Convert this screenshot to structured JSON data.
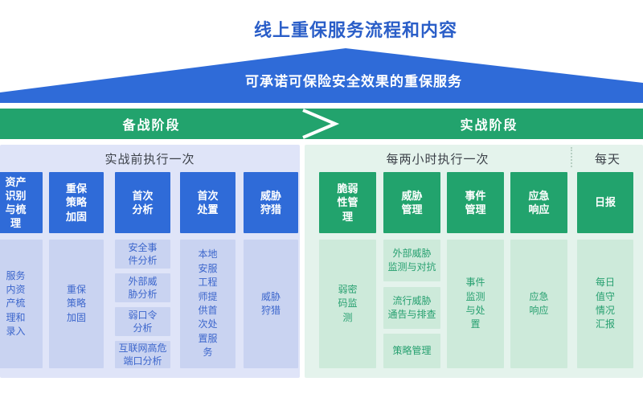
{
  "title": "线上重保服务流程和内容",
  "banner": "可承诺可保险安全效果的重保服务",
  "stage_bar": {
    "left": "备战阶段",
    "right": "实战阶段"
  },
  "left_panel": {
    "header": "实战前执行一次",
    "columns": [
      {
        "head": "资产\n识别\n与梳\n理",
        "items": [
          "服务\n内资\n产梳\n理和\n录入"
        ]
      },
      {
        "head": "重保\n策略\n加固",
        "items": [
          "重保\n策略\n加固"
        ]
      },
      {
        "head": "首次\n分析",
        "items": [
          "安全事\n件分析",
          "外部威\n胁分析",
          "弱口令\n分析",
          "互联网高危\n端口分析"
        ]
      },
      {
        "head": "首次\n处置",
        "items": [
          "本地\n安服\n工程\n师提\n供首\n次处\n置服\n务"
        ]
      },
      {
        "head": "威胁\n狩猎",
        "items": [
          "威胁\n狩猎"
        ]
      }
    ]
  },
  "right_panel": {
    "header": "每两小时执行一次",
    "daily_header": "每天",
    "columns": [
      {
        "head": "脆弱\n性管\n理",
        "items": [
          "弱密\n码监\n测"
        ]
      },
      {
        "head": "威胁\n管理",
        "items": [
          "外部威胁\n监测与对抗",
          "流行威胁\n通告与排查",
          "策略管理"
        ]
      },
      {
        "head": "事件\n管理",
        "items": [
          "事件\n监测\n与处\n置"
        ]
      },
      {
        "head": "应急\n响应",
        "items": [
          "应急\n响应"
        ]
      },
      {
        "head": "日报",
        "items": [
          "每日\n值守\n情况\n汇报"
        ]
      }
    ]
  },
  "colors": {
    "title_blue": "#2a5ec8",
    "banner_blue": "#2f6bd8",
    "green": "#22a36d",
    "left_panel_bg": "#dfe4f8",
    "left_box_bg": "#c9d3f1",
    "left_text": "#3c66cc",
    "right_panel_bg": "#e4f3ec",
    "right_box_bg": "#cdeada",
    "right_text": "#27a070",
    "header_text": "#3b4048"
  }
}
